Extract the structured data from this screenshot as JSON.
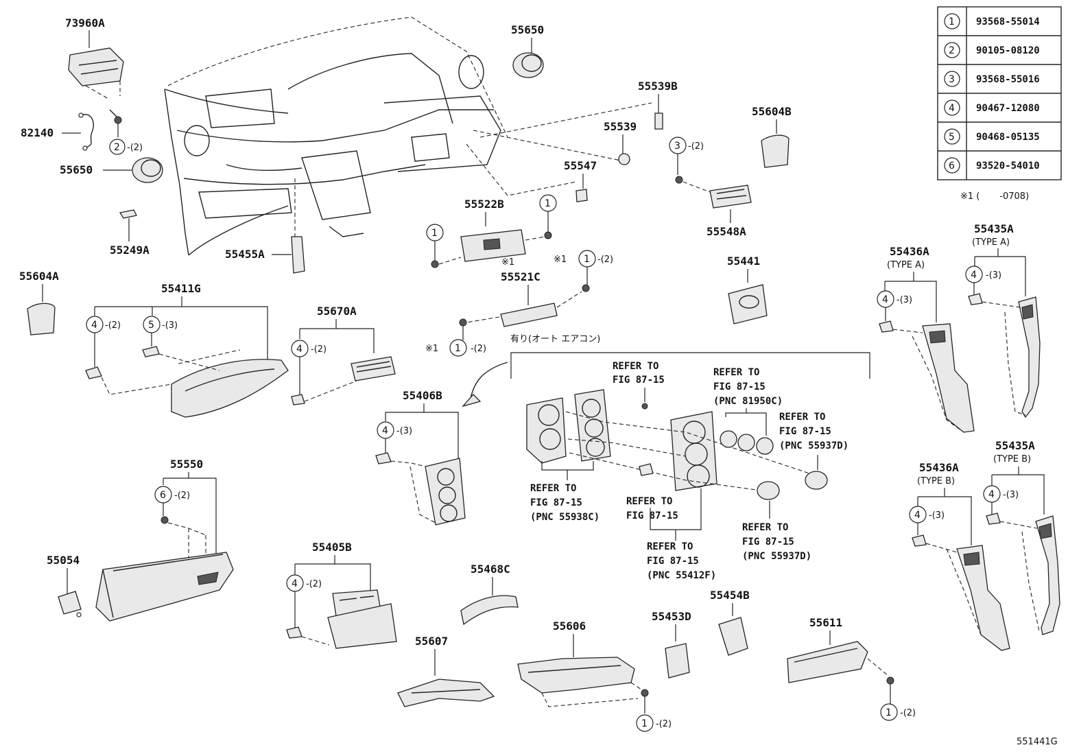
{
  "diagram": {
    "figure_code": "551441G",
    "part_labels": {
      "p73960A": "73960A",
      "p82140": "82140",
      "p55650_top": "55650",
      "p55650_left": "55650",
      "p55249A": "55249A",
      "p55455A": "55455A",
      "p55604A": "55604A",
      "p55411G": "55411G",
      "p55670A": "55670A",
      "p55539B": "55539B",
      "p55539": "55539",
      "p55547": "55547",
      "p55604B": "55604B",
      "p55548A": "55548A",
      "p55522B": "55522B",
      "p55521C": "55521C",
      "p55441": "55441",
      "p55406B": "55406B",
      "p55436A_a": "55436A",
      "p55435A_a": "55435A",
      "p55436A_b": "55436A",
      "p55435A_b": "55435A",
      "p55550": "55550",
      "p55054": "55054",
      "p55405B": "55405B",
      "p55468C": "55468C",
      "p55607": "55607",
      "p55606": "55606",
      "p55453D": "55453D",
      "p55454B": "55454B",
      "p55611": "55611"
    },
    "variant_labels": {
      "type_a_1": "(TYPE A)",
      "type_a_2": "(TYPE A)",
      "type_b_1": "(TYPE B)",
      "type_b_2": "(TYPE B)"
    },
    "callouts": {
      "q2_2": "-(2)",
      "q3_2": "-(2)",
      "q1_2_a": "-(2)",
      "q1_2_b": "-(2)",
      "q4_2_a": "-(2)",
      "q5_3": "-(3)",
      "q4_2_b": "-(2)",
      "q4_3_a": "-(3)",
      "q4_3_b": "-(3)",
      "q4_3_c": "-(3)",
      "q4_3_d": "-(3)",
      "q4_3_e": "-(3)",
      "q6_2": "-(2)",
      "q4_2_c": "-(2)",
      "q1_2_c": "-(2)",
      "q1_2_d": "-(2)"
    },
    "note_mark": "※1",
    "auto_ac_note": "有り(オート エアコン)",
    "refer_notes": {
      "r1": [
        "REFER TO",
        "FIG 87-15"
      ],
      "r2": [
        "REFER TO",
        "FIG 87-15",
        "(PNC 81950C)"
      ],
      "r3": [
        "REFER TO",
        "FIG 87-15",
        "(PNC 55937D)"
      ],
      "r4": [
        "REFER TO",
        "FIG 87-15",
        "(PNC 55938C)"
      ],
      "r5": [
        "REFER TO",
        "FIG 87-15"
      ],
      "r6": [
        "REFER TO",
        "FIG 87-15",
        "(PNC 55412F)"
      ],
      "r7": [
        "REFER TO",
        "FIG 87-15",
        "(PNC 55937D)"
      ]
    },
    "fastener_table": [
      {
        "key": "1",
        "part": "93568-55014"
      },
      {
        "key": "2",
        "part": "90105-08120"
      },
      {
        "key": "3",
        "part": "93568-55016"
      },
      {
        "key": "4",
        "part": "90467-12080"
      },
      {
        "key": "5",
        "part": "90468-05135"
      },
      {
        "key": "6",
        "part": "93520-54010"
      }
    ],
    "footnote": "※1 (       -0708)"
  }
}
